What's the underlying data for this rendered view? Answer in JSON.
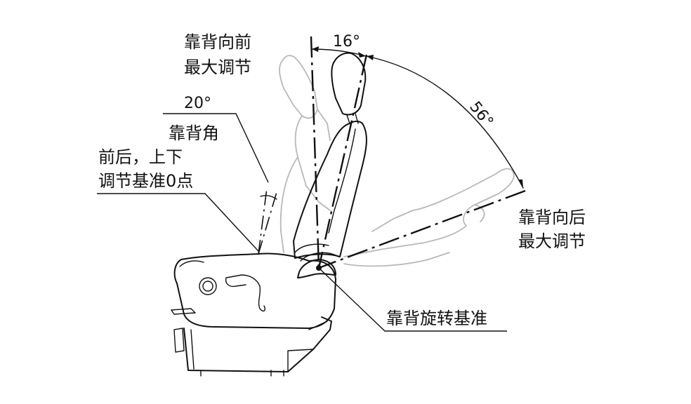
{
  "labels": {
    "front_limit_line1": "靠背向前",
    "front_limit_line2": "最大调节",
    "angle_front": "16°",
    "angle_rear": "56°",
    "seatback_angle_value": "20°",
    "seatback_angle_label": "靠背角",
    "zero_point_line1": "前后，上下",
    "zero_point_line2": "调节基准0点",
    "rear_limit_line1": "靠背向后",
    "rear_limit_line2": "最大调节",
    "pivot_reference": "靠背旋转基准"
  },
  "colors": {
    "ink": "#111111",
    "ghost_outline": "#b8b8b8",
    "background": "#ffffff"
  }
}
